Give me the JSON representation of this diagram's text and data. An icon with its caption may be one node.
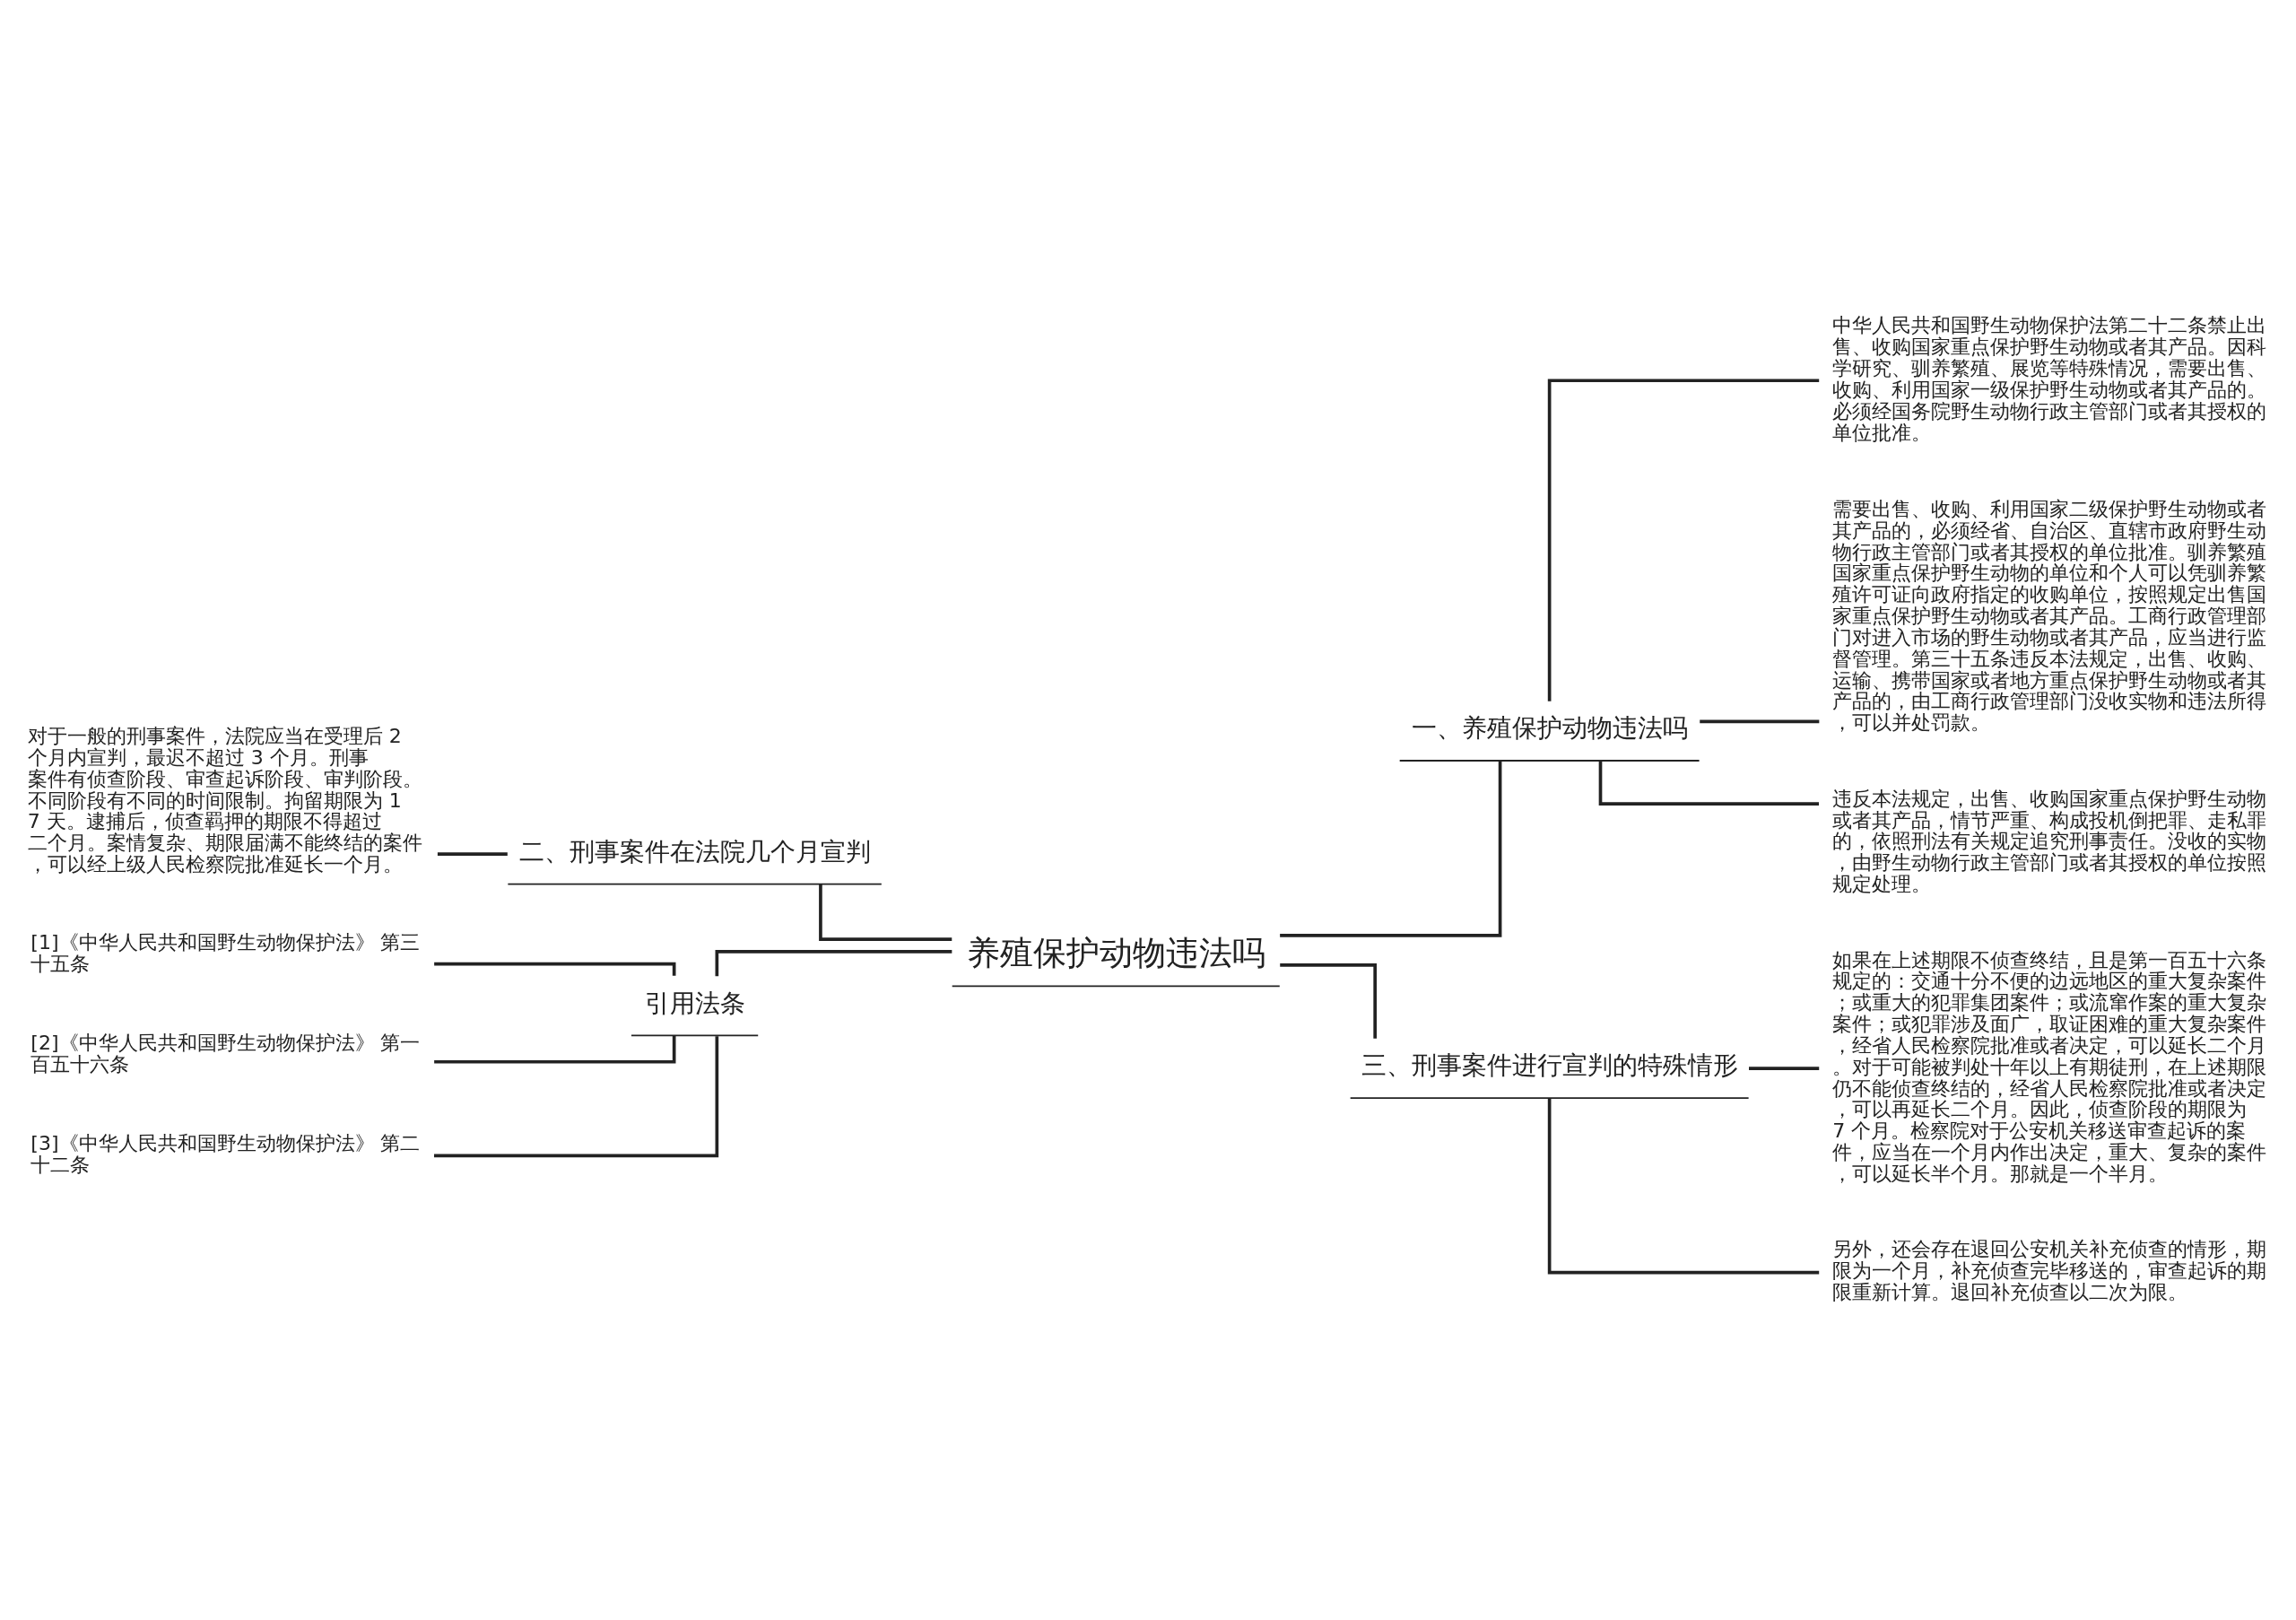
{
  "diagram": {
    "nodes": [
      {
        "text": [
          "养殖保护动物违法吗"
        ]
      },
      {
        "text": [
          "一、养殖保护动物违法吗"
        ]
      },
      {
        "text": [
          "中华人民共和国野生动物保护法第二十二条禁止出售、收购国家重点保护野生动物或者其产品。因科学研究、驯养繁殖、展览等特殊情况，需要出售、收购、利用国家一级保护野生动物或者其产品的。必须经国务院野生动物行政主管部门或者其授权的单位批准。"
        ]
      },
      {
        "text": [
          "需要出售、收购、利用国家二级保护野生动物或者其产品的，必须经省、自治区、直辖市政府野生动物行政主管部门或者其授权的单位批准。驯养繁殖国家重点保护野生动物的单位和个人可以凭驯养繁殖许可证向政府指定的收购单位，按照规定出售国家重点保护野生动物或者其产品。工商行政管理部门对进入市场的野生动物或者其产品，应当进行监督管理。第三十五条违反本法规定，出售、收购、运输、携带国家或者地方重点保护野生动物或者其产品的，由工商行政管理部门没收实物和违法所得，可以并处罚款。"
        ]
      },
      {
        "text": [
          "违反本法规定，出售、收购国家重点保护野生动物或者其产品，情节严重、构成投机倒把罪、走私罪的，依照刑法有关规定追究刑事责任。没收的实物，由野生动物行政主管部门或者其授权的单位按照规定处理。"
        ]
      },
      {
        "text": [
          "三、刑事案件进行宣判的特殊情形"
        ]
      },
      {
        "text": [
          "如果在上述期限不侦查终结，且是第一百五十六条规定的：交通十分不便的边远地区的重大复杂案件；或重大的犯罪集团案件；或流窜作案的重大复杂案件；或犯罪涉及面广，取证困难的重大复杂案件，经省人民检察院批准或者决定，可以延长二个月。对于可能被判处十年以上有期徒刑，在上述期限仍不能侦查终结的，经省人民检察院批准或者决定，可以再延长二个月。因此，侦查阶段的期限为 7 个月。检察院对于公安机关移送审查起诉的案件，应当在一个月内作出决定，重大、复杂的案件，可以延长半个月。那就是一个半月。"
        ]
      },
      {
        "text": [
          "另外，还会存在退回公安机关补充侦查的情形，期限为一个月，补充侦查完毕移送的，审查起诉的期限重新计算。退回补充侦查以二次为限。"
        ]
      },
      {
        "text": [
          "二、刑事案件在法院几个月宣判"
        ]
      },
      {
        "text": [
          "对于一般的刑事案件，法院应当在受理后 2 个月内宣判，最迟不超过 3 个月。刑事案件有侦查阶段、审查起诉阶段、审判阶段。不同阶段有不同的时间限制。拘留期限为 1 7 天。逮捕后，侦查羁押的期限不得超过二个月。案情复杂、期限届满不能终结的案件，可以经上级人民检察院批准延长一个月。"
        ]
      },
      {
        "text": [
          "引用法条"
        ]
      },
      {
        "text": [
          "[1]《中华人民共和国野生动物保护法》 第三十五条"
        ]
      },
      {
        "text": [
          "[2]《中华人民共和国野生动物保护法》 第一百五十六条"
        ]
      },
      {
        "text": [
          "[3]《中华人民共和国野生动物保护法》 第二十二条"
        ]
      }
    ],
    "edges": [
      {
        "from": 0,
        "to": 1,
        "arrow": "none"
      },
      {
        "from": 1,
        "to": 2,
        "arrow": "none"
      },
      {
        "from": 1,
        "to": 3,
        "arrow": "none"
      },
      {
        "from": 1,
        "to": 4,
        "arrow": "none"
      },
      {
        "from": 0,
        "to": 5,
        "arrow": "none"
      },
      {
        "from": 5,
        "to": 6,
        "arrow": "none"
      },
      {
        "from": 5,
        "to": 7,
        "arrow": "none"
      },
      {
        "from": 0,
        "to": 8,
        "arrow": "none"
      },
      {
        "from": 8,
        "to": 9,
        "arrow": "none"
      },
      {
        "from": 0,
        "to": 10,
        "arrow": "none"
      },
      {
        "from": 10,
        "to": 11,
        "arrow": "none"
      },
      {
        "from": 10,
        "to": 12,
        "arrow": "none"
      },
      {
        "from": 10,
        "to": 13,
        "arrow": "none"
      }
    ]
  }
}
